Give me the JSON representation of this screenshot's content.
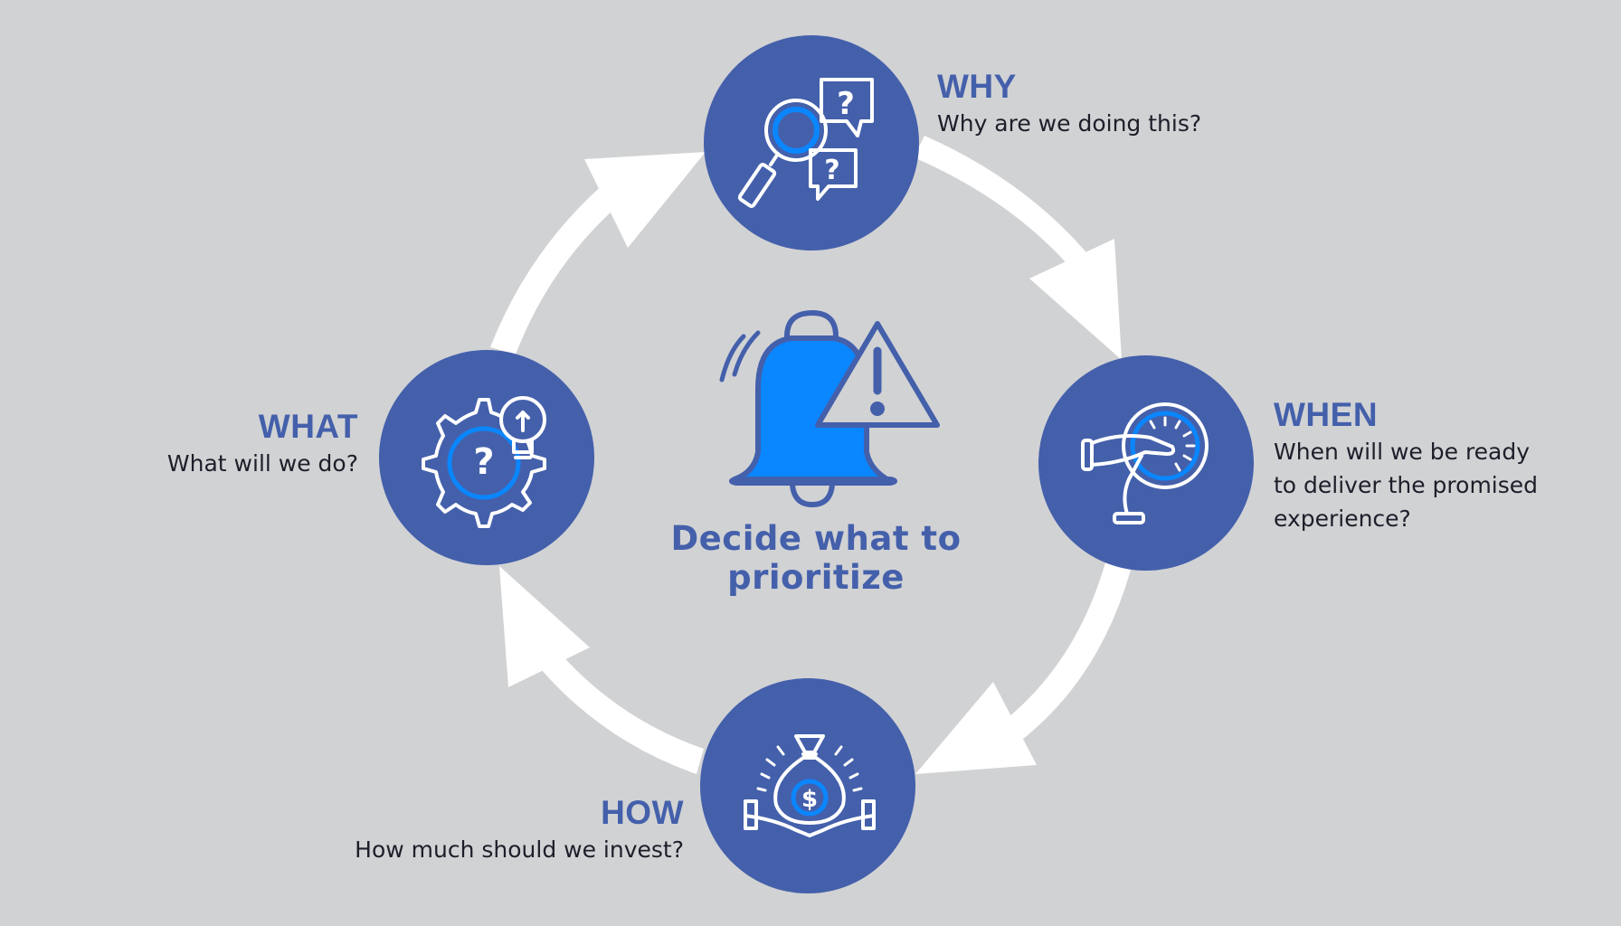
{
  "colors": {
    "background": "#d1d2d4",
    "circle": "#4460ab",
    "accent": "#0a86ff",
    "arrow": "#ffffff",
    "title": "#4460ab",
    "text": "#1e1e2a"
  },
  "center": {
    "title": "Decide what to prioritize",
    "icon": "alarm-bell-warning-icon"
  },
  "nodes": {
    "why": {
      "title": "WHY",
      "text": "Why are we doing this?",
      "icon": "magnifier-questions-icon"
    },
    "when": {
      "title": "WHEN",
      "text": "When will we be ready to deliver the promised experience?",
      "icon": "hand-clock-icon"
    },
    "how": {
      "title": "HOW",
      "text": "How much should we invest?",
      "icon": "money-bag-hands-icon"
    },
    "what": {
      "title": "WHAT",
      "text": "What will we do?",
      "icon": "gear-question-bulb-icon"
    }
  }
}
